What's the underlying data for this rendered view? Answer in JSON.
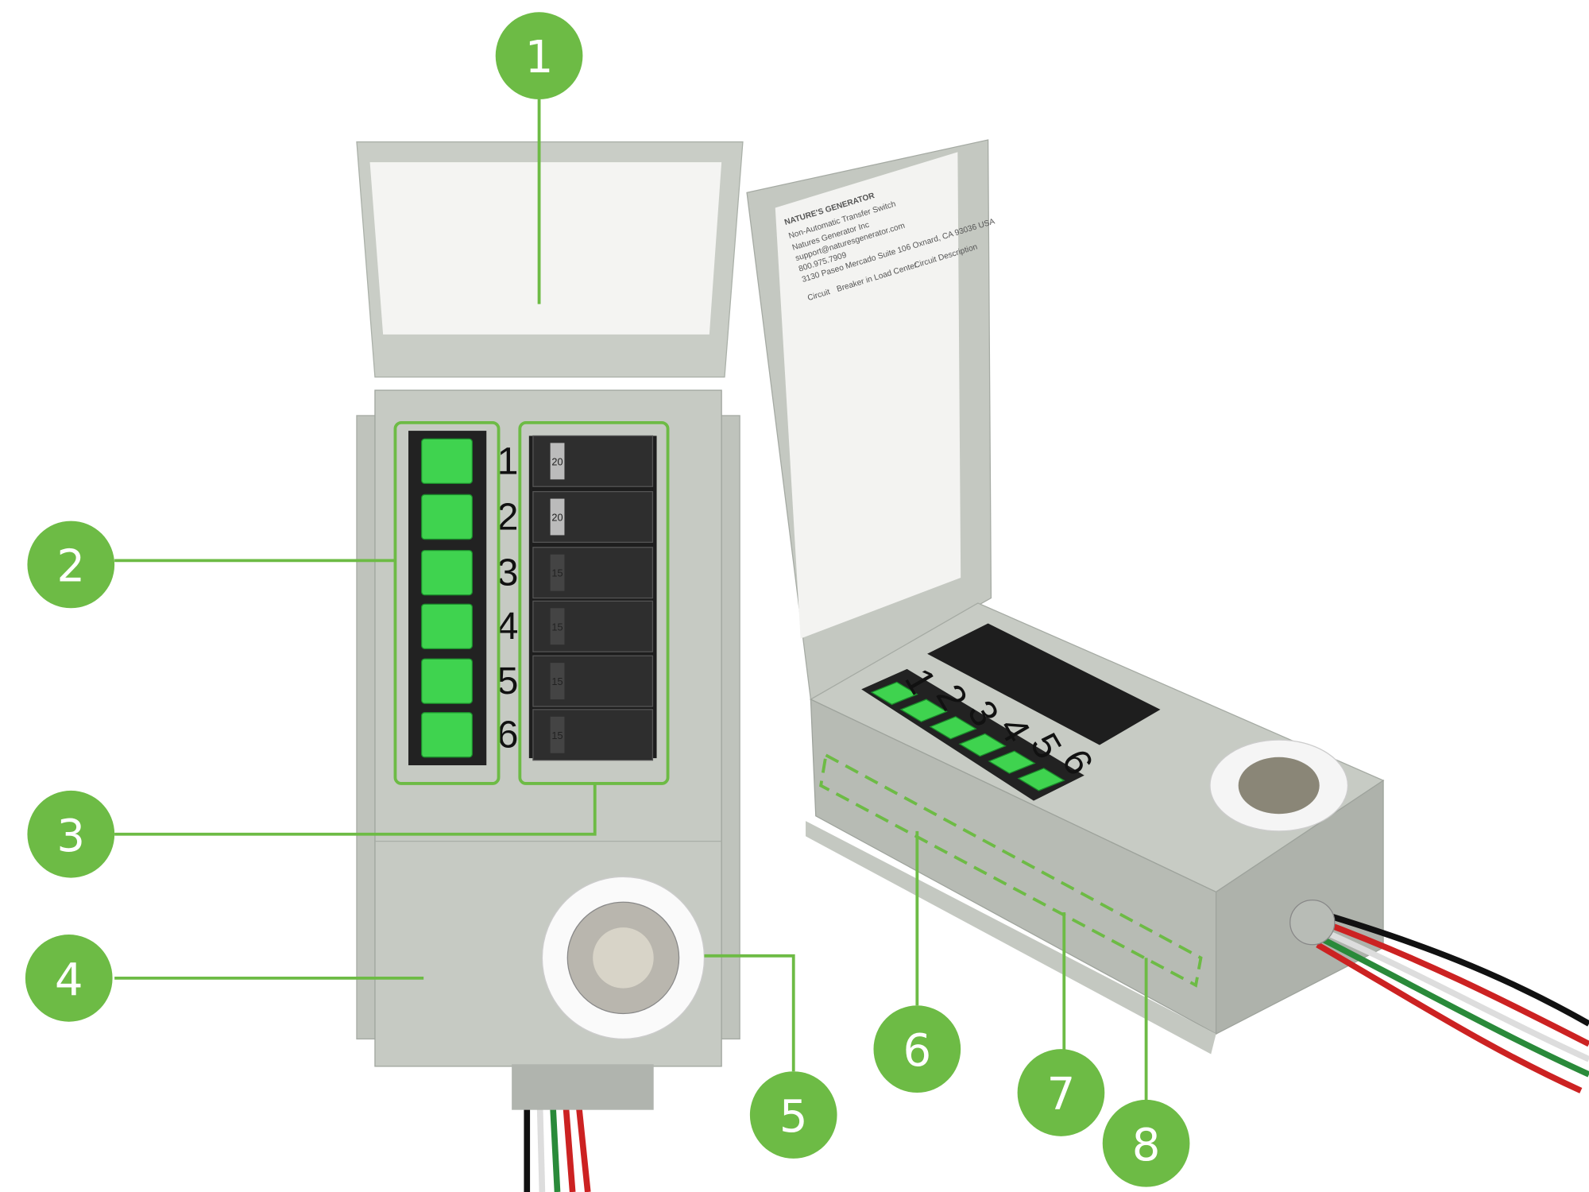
{
  "accent_color": "#6dbb45",
  "callouts": [
    {
      "num": "1"
    },
    {
      "num": "2"
    },
    {
      "num": "3"
    },
    {
      "num": "4"
    },
    {
      "num": "5"
    },
    {
      "num": "6"
    },
    {
      "num": "7"
    },
    {
      "num": "8"
    }
  ],
  "left_unit": {
    "circuit_numbers": [
      "1",
      "2",
      "3",
      "4",
      "5",
      "6"
    ],
    "breaker_ratings": [
      "20",
      "20",
      "15",
      "15",
      "15",
      "15"
    ]
  },
  "right_unit": {
    "circuit_numbers": [
      "1",
      "2",
      "3",
      "4",
      "5",
      "6"
    ],
    "lid_label": {
      "brand": "NATURE'S GENERATOR",
      "title": "Non-Automatic Transfer Switch",
      "company": "Natures Generator Inc",
      "email": "support@naturesgenerator.com",
      "phone": "800.975.7909",
      "address": "3130 Paseo Mercado Suite 106 Oxnard, CA 93036 USA",
      "col_circuit": "Circuit",
      "col_breaker": "Breaker in Load Center",
      "col_desc": "Circuit Description"
    }
  }
}
